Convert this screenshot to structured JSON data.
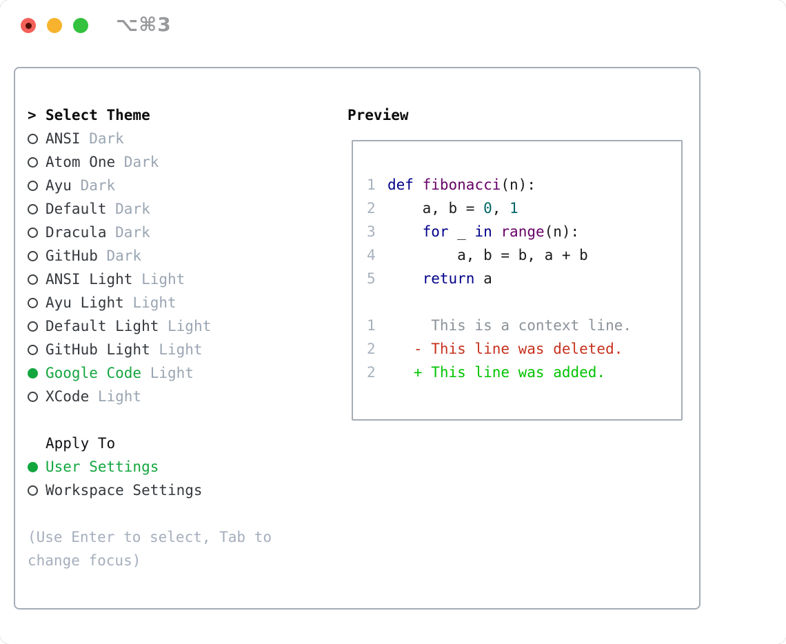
{
  "colors": {
    "red": "#f4605a",
    "red_dot": "#4f0f08",
    "yellow": "#f7b32e",
    "tgreen": "#33c13e",
    "shortcut": "#98999d",
    "border": "#a4acb6",
    "green": "#13a63f",
    "muted": "#9aa5b2",
    "help": "#a5aebc",
    "ln": "#a7b1bd",
    "kwd": "#000088",
    "fun": "#660066",
    "lit": "#006666",
    "pln": "#1a1a1a",
    "ctx": "#8b9299",
    "del": "#c6311f",
    "add": "#00c300"
  },
  "window": {
    "shortcut_label": "⌥⌘3"
  },
  "theme_panel": {
    "header_marker": ">",
    "header": "Select Theme",
    "themes": [
      {
        "name": "ANSI",
        "variant": "Dark",
        "selected": false
      },
      {
        "name": "Atom One",
        "variant": "Dark",
        "selected": false
      },
      {
        "name": "Ayu",
        "variant": "Dark",
        "selected": false
      },
      {
        "name": "Default",
        "variant": "Dark",
        "selected": false
      },
      {
        "name": "Dracula",
        "variant": "Dark",
        "selected": false
      },
      {
        "name": "GitHub",
        "variant": "Dark",
        "selected": false
      },
      {
        "name": "ANSI Light",
        "variant": "Light",
        "selected": false
      },
      {
        "name": "Ayu Light",
        "variant": "Light",
        "selected": false
      },
      {
        "name": "Default Light",
        "variant": "Light",
        "selected": false
      },
      {
        "name": "GitHub Light",
        "variant": "Light",
        "selected": false
      },
      {
        "name": "Google Code",
        "variant": "Light",
        "selected": true
      },
      {
        "name": "XCode",
        "variant": "Light",
        "selected": false
      }
    ],
    "apply_to": {
      "header": "Apply To",
      "options": [
        {
          "label": "User Settings",
          "selected": true
        },
        {
          "label": "Workspace Settings",
          "selected": false
        }
      ]
    },
    "help_lines": [
      "(Use Enter to select, Tab to",
      "change focus)"
    ]
  },
  "preview": {
    "title": "Preview",
    "lines": [
      {
        "num": "1",
        "tokens": [
          [
            "def",
            "kwd"
          ],
          [
            " ",
            "pln"
          ],
          [
            "fibonacci",
            "fun"
          ],
          [
            "(n):",
            "pln"
          ]
        ]
      },
      {
        "num": "2",
        "tokens": [
          [
            "    a, b = ",
            "pln"
          ],
          [
            "0",
            "lit"
          ],
          [
            ", ",
            "pln"
          ],
          [
            "1",
            "lit"
          ]
        ]
      },
      {
        "num": "3",
        "tokens": [
          [
            "    ",
            "pln"
          ],
          [
            "for",
            "kwd"
          ],
          [
            " _ ",
            "pln"
          ],
          [
            "in",
            "kwd"
          ],
          [
            " ",
            "pln"
          ],
          [
            "range",
            "fun"
          ],
          [
            "(n):",
            "pln"
          ]
        ]
      },
      {
        "num": "4",
        "tokens": [
          [
            "        a, b = b, a + b",
            "pln"
          ]
        ]
      },
      {
        "num": "5",
        "tokens": [
          [
            "    ",
            "pln"
          ],
          [
            "return",
            "kwd"
          ],
          [
            " a",
            "pln"
          ]
        ]
      },
      {
        "num": "",
        "tokens": []
      },
      {
        "num": "1",
        "tokens": [
          [
            "     This is a context line.",
            "ctx"
          ]
        ]
      },
      {
        "num": "2",
        "tokens": [
          [
            "   - This line was deleted.",
            "del"
          ]
        ]
      },
      {
        "num": "2",
        "tokens": [
          [
            "   + This line was added.",
            "add"
          ]
        ]
      }
    ]
  }
}
